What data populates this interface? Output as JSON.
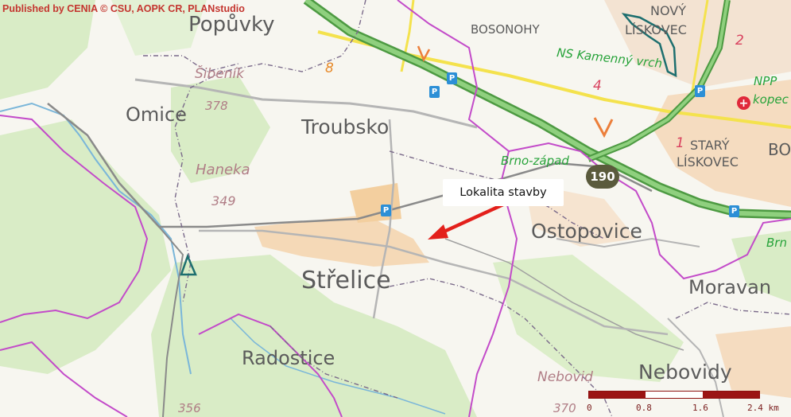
{
  "map": {
    "credit": "Published by CENIA   © CSU, AOPK CR, PLANstudio",
    "callout_label": "Lokalita stavby",
    "road_number": "190",
    "places": {
      "popuvky": "Popůvky",
      "bosonohy": "BOSONOHY",
      "novy": "NOVÝ",
      "liskovec_top": "LÍSKOVEC",
      "omice": "Omice",
      "troubsko": "Troubsko",
      "stary": "STARÝ",
      "liskovec_bottom": "LÍSKOVEC",
      "bo": "BO",
      "ostopovice": "Ostopovice",
      "strelice": "Střelice",
      "moravan": "Moravan",
      "radostice": "Radostice",
      "nebovidy": "Nebovidy"
    },
    "hills": {
      "sibenik": "Šibeník",
      "sibenik_elev": "378",
      "haneka": "Haneka",
      "haneka_elev": "349",
      "nebovid": "Nebovid",
      "nebovid_elev": "370",
      "bottom_elev": "356"
    },
    "green_labels": {
      "ns_kamenny": "NS Kamenný vrch",
      "npp": "NPP",
      "kopec": "kopec",
      "brno_zapad": "Brno-západ",
      "brno": "Brn"
    },
    "red_labels": {
      "num_2": "2",
      "num_4": "4",
      "num_1": "1",
      "num_8": "8"
    },
    "bus_icon_label": "P",
    "icons": {
      "callout_arrow": "red-arrow-icon",
      "cross": "medical-cross-icon",
      "bus": "parking-icon"
    },
    "colors": {
      "motorway": "#54b348",
      "road_yellow": "#f4e24d",
      "boundary": "#c34bc9",
      "district": "#7a6a8a",
      "arrow": "#e3201b",
      "forest": "#d9ecc6",
      "urban": "#f5d9b7"
    },
    "scale": {
      "ticks": [
        "0",
        "0.8",
        "1.6",
        "2.4 km"
      ]
    }
  }
}
